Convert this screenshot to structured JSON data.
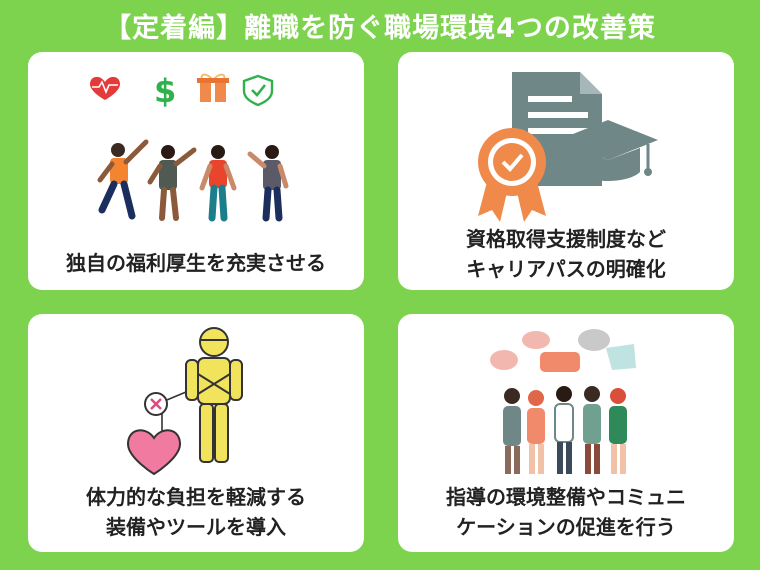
{
  "title": "【定着編】離職を防ぐ職場環境4つの改善策",
  "cards": [
    {
      "caption_lines": [
        "独自の福利厚生を充実させる"
      ]
    },
    {
      "caption_lines": [
        "資格取得支援制度など",
        "キャリアパスの明確化"
      ]
    },
    {
      "caption_lines": [
        "体力的な負担を軽減する",
        "装備やツールを導入"
      ]
    },
    {
      "caption_lines": [
        "指導の環境整備やコミュニ",
        "ケーションの促進を行う"
      ]
    }
  ],
  "icons": {
    "card1": [
      "heart-pulse-icon",
      "dollar-icon",
      "gift-icon",
      "shield-check-icon"
    ],
    "card2": [
      "document-icon",
      "award-badge-icon",
      "graduation-cap-icon"
    ],
    "card3": [
      "figure-icon",
      "close-icon",
      "heart-icon"
    ],
    "card4": [
      "speech-bubble-icon",
      "people-icon"
    ]
  },
  "colors": {
    "background": "#7ed34e",
    "card": "#ffffff",
    "accent_orange": "#f08a4b",
    "accent_gray": "#6f8787",
    "accent_yellow": "#f2e35d",
    "accent_pink": "#f07aa0"
  }
}
